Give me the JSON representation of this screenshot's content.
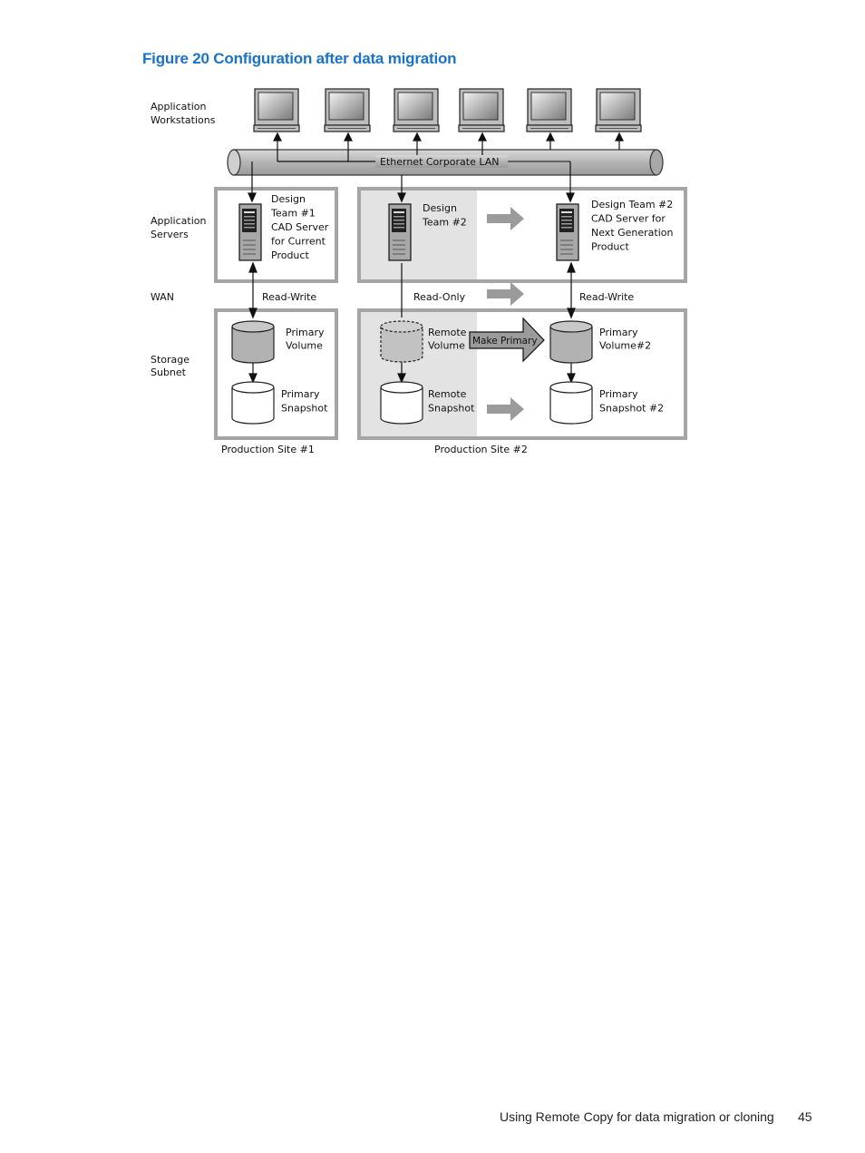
{
  "figure": {
    "title": "Figure 20 Configuration after data migration"
  },
  "diagram": {
    "row_labels": {
      "workstations": [
        "Application",
        "Workstations"
      ],
      "servers": [
        "Application",
        "Servers"
      ],
      "wan": "WAN",
      "storage": [
        "Storage",
        "Subnet"
      ]
    },
    "lan_label": "Ethernet Corporate LAN",
    "site1": {
      "server_label": [
        "Design",
        "Team #1",
        "CAD Server",
        "for Current",
        "Product"
      ],
      "wan_label": "Read-Write",
      "primary_volume": [
        "Primary",
        "Volume"
      ],
      "primary_snapshot": [
        "Primary",
        "Snapshot"
      ],
      "site_label": "Production Site #1"
    },
    "site2": {
      "server_label": [
        "Design",
        "Team #2"
      ],
      "server2_label": [
        "Design Team #2",
        "CAD Server for",
        "Next Generation",
        "Product"
      ],
      "wan_label_ro": "Read-Only",
      "wan_label_rw": "Read-Write",
      "remote_volume": [
        "Remote",
        "Volume"
      ],
      "make_primary": "Make Primary",
      "primary_volume2": [
        "Primary",
        "Volume#2"
      ],
      "remote_snapshot": [
        "Remote",
        "Snapshot"
      ],
      "primary_snapshot2": [
        "Primary",
        "Snapshot #2"
      ],
      "site_label": "Production Site #2"
    }
  },
  "footer": {
    "text": "Using Remote Copy for data migration or cloning",
    "page": "45"
  }
}
